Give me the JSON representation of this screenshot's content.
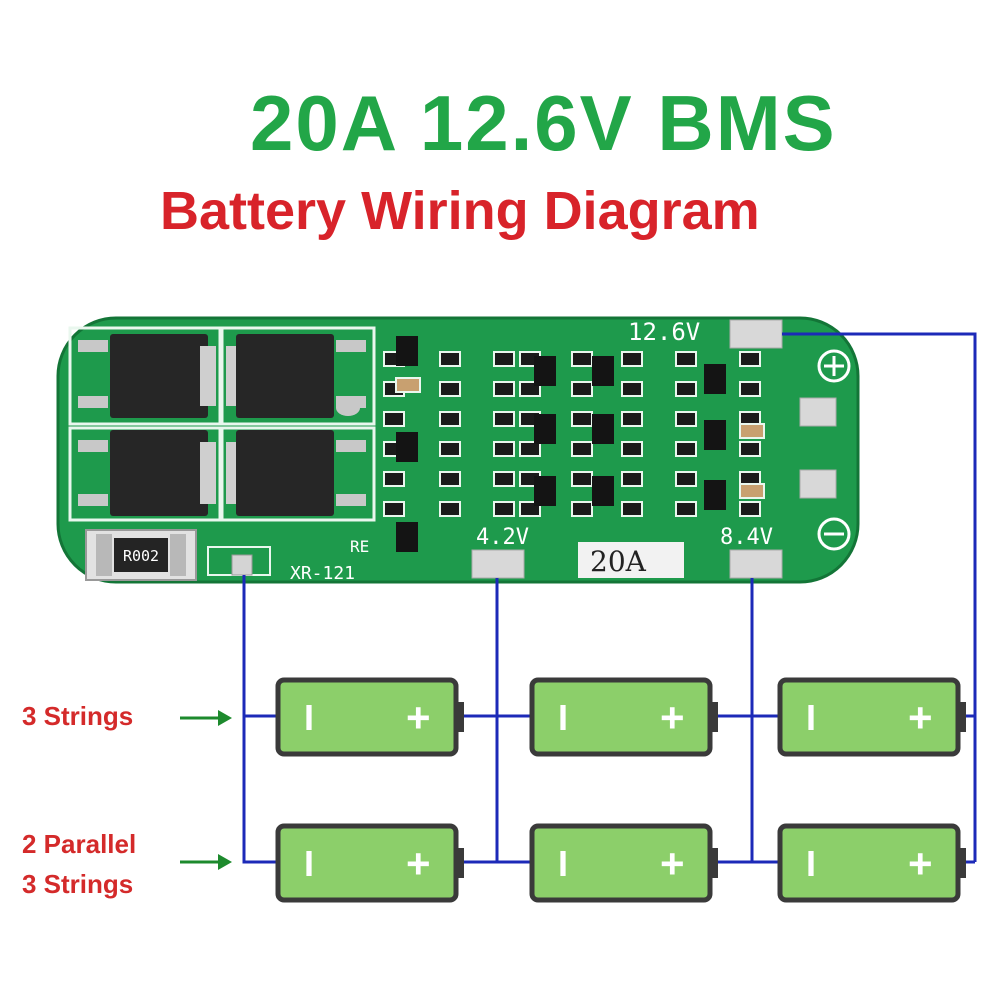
{
  "title": "20A 12.6V BMS",
  "subtitle": "Battery Wiring Diagram",
  "board": {
    "voltage_top": "12.6V",
    "voltage_mid1": "4.2V",
    "voltage_mid2": "8.4V",
    "current_label": "20A",
    "model": "XR-121",
    "resistor_code": "R002",
    "re_mark": "RE"
  },
  "rows": [
    {
      "label": "3 Strings",
      "cells": 3
    },
    {
      "label_line1": "2 Parallel",
      "label_line2": "3 Strings",
      "cells": 3
    }
  ],
  "cell_terminals": {
    "negative": "I",
    "positive": "+"
  },
  "colors": {
    "title": "#22a648",
    "subtitle": "#d8232a",
    "label": "#d42a2a",
    "pcb": "#1e9a4c",
    "wire": "#1c2ab8",
    "battery": "#8ccf6a",
    "arrow": "#1d8a2d"
  }
}
